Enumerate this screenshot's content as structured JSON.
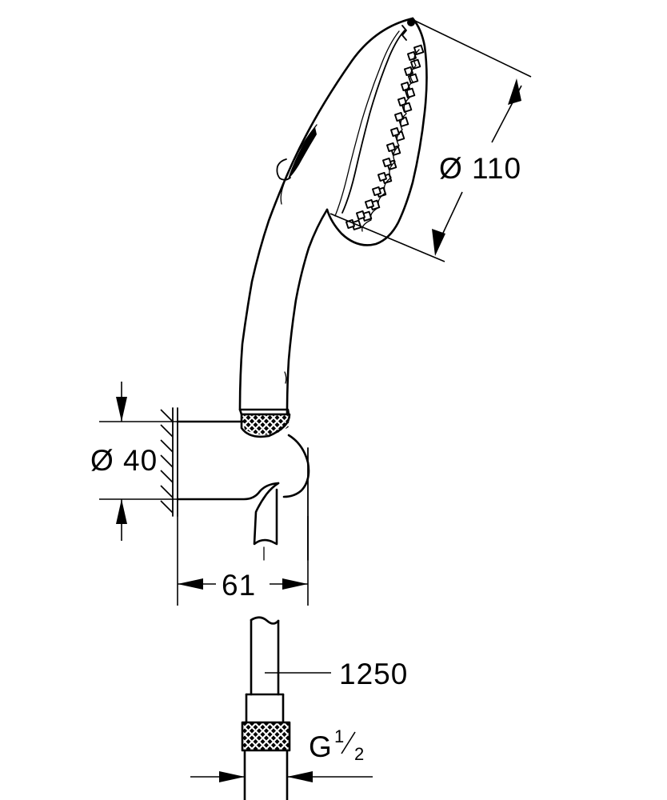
{
  "drawing": {
    "title": "Hand shower set technical dimension drawing",
    "background_color": "#ffffff",
    "line_color": "#000000",
    "units": "mm",
    "views": [
      {
        "name": "hand-shower-view",
        "label": "Hand shower head"
      },
      {
        "name": "wall-holder-view",
        "label": "Wall holder"
      },
      {
        "name": "hose-view",
        "label": "Shower hose"
      }
    ]
  },
  "dimensions": {
    "head_diameter": {
      "name": "spray-face-diameter",
      "symbol": "Ø",
      "value": "110",
      "label": "Ø 110"
    },
    "holder_diameter": {
      "name": "wall-holder-diameter",
      "symbol": "Ø",
      "value": "40",
      "label": "Ø 40"
    },
    "holder_projection": {
      "name": "wall-holder-projection",
      "value": "61",
      "label": "61"
    },
    "hose_length": {
      "name": "hose-length",
      "value": "1250",
      "label": "1250"
    },
    "thread_size": {
      "name": "hose-thread-size",
      "letter": "G",
      "numerator": "1",
      "denominator": "2",
      "label": "G 1/2"
    }
  },
  "features": {
    "knurled_nut_head": "knurled-coupling-nut",
    "knurled_nut_hose": "knurled-hose-nut",
    "spray_face": "spray-face-nozzles",
    "mode_button": "spray-mode-button",
    "wall_surface": "hatched-wall-section",
    "hose_break": "hose-break-line"
  }
}
